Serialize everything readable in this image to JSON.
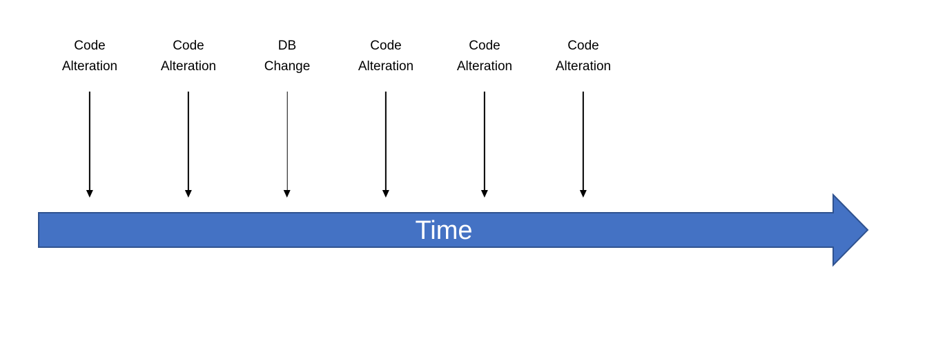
{
  "diagram": {
    "type": "timeline",
    "timeline_label": "Time",
    "events": [
      {
        "label": "Code Alteration"
      },
      {
        "label": "Code Alteration"
      },
      {
        "label": "DB Change"
      },
      {
        "label": "Code Alteration"
      },
      {
        "label": "Code Alteration"
      },
      {
        "label": "Code Alteration"
      }
    ],
    "colors": {
      "timeline_fill": "#4472C4",
      "timeline_border": "#2F528F",
      "timeline_text": "#FFFFFF",
      "event_arrow": "#000000",
      "event_text": "#000000",
      "background": "#FFFFFF"
    }
  }
}
